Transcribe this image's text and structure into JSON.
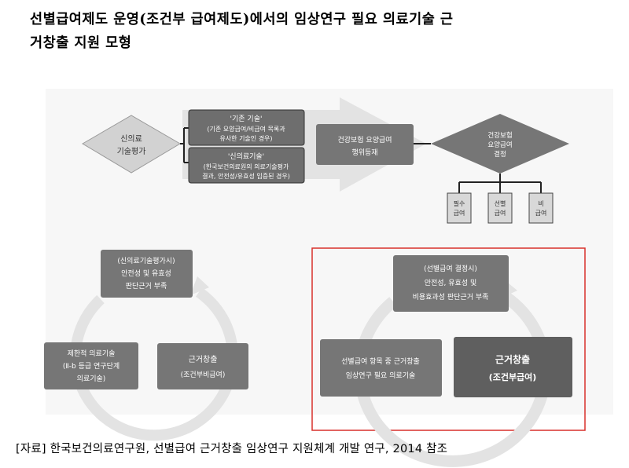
{
  "title": {
    "line1": "선별급여제도 운영(조건부 급여제도)에서의 임상연구 필요 의료기술 근",
    "line2": "거창출 지원 모형"
  },
  "flow": {
    "new_tech_eval": [
      "신의료",
      "기술평가"
    ],
    "existing_tech": {
      "heading": "'기존 기술'",
      "line1": "(기존 요양급여/비급여 목록과",
      "line2": "유사한 기술인 경우)"
    },
    "new_medical_tech": {
      "heading": "'신의료기술'",
      "line1": "(한국보건의료원의 의료기술평가",
      "line2": "결과, 안전성/유효성 입증된 경우)"
    },
    "insurance_listing": [
      "건강보험 요양급여",
      "행위등재"
    ],
    "decision": [
      "건강보험",
      "요양급여",
      "결정"
    ],
    "outcomes": [
      [
        "필수",
        "급여"
      ],
      [
        "선별",
        "급여"
      ],
      [
        "비",
        "급여"
      ]
    ]
  },
  "left_cycle": {
    "top": [
      "(신의료기술평가시)",
      "안전성 및 유효성",
      "판단근거 부족"
    ],
    "bottom_left": [
      "제한적 의료기술",
      "(Ⅱ-b 등급 연구단계",
      "의료기술)"
    ],
    "bottom_right": [
      "근거창출",
      "(조건부비급여)"
    ]
  },
  "right_cycle": {
    "top": [
      "(선별급여 결정시)",
      "안전성, 유효성 및",
      "비용효과성 판단근거 부족"
    ],
    "bottom_left": [
      "선별급여 항목 중 근거창출",
      "임상연구 필요 의료기술"
    ],
    "bottom_right": [
      "근거창출",
      "(조건부급여)"
    ]
  },
  "source": "[자료] 한국보건의료연구원, 선별급여 근거창출 임상연구 지원체계 개발 연구, 2014 참조",
  "colors": {
    "dark_box": "#767676",
    "darker_box": "#5f5f5f",
    "light_box": "#d2d2d2",
    "arrow": "#e3e3e3",
    "highlight_border": "#d9302c"
  }
}
